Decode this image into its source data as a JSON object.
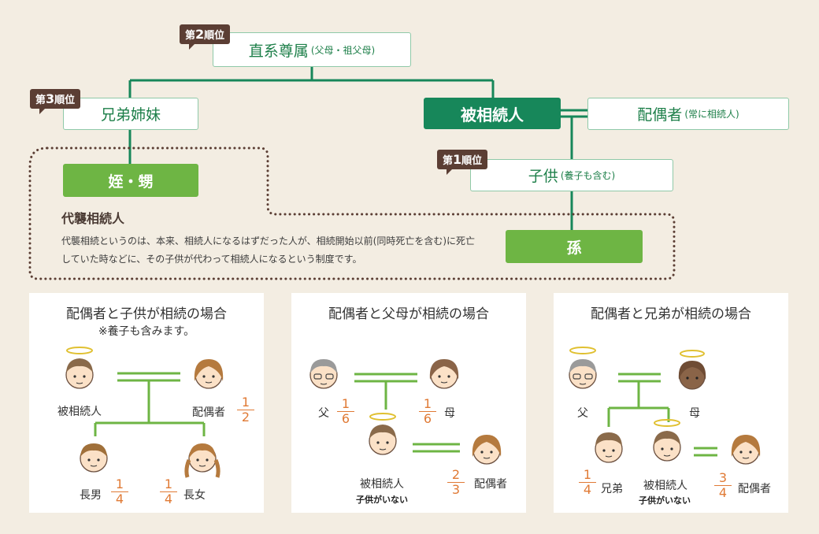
{
  "tree": {
    "ascendants": {
      "label": "直系尊属",
      "sub": "(父母・祖父母)",
      "rank": {
        "pre": "第",
        "num": "2",
        "post": "順位"
      }
    },
    "siblings": {
      "label": "兄弟姉妹",
      "rank": {
        "pre": "第",
        "num": "3",
        "post": "順位"
      }
    },
    "nephews": {
      "label": "姪・甥"
    },
    "decedent": {
      "label": "被相続人"
    },
    "spouse": {
      "label": "配偶者",
      "sub": "(常に相続人)"
    },
    "children": {
      "label": "子供",
      "sub": "(養子も含む)",
      "rank": {
        "pre": "第",
        "num": "1",
        "post": "順位"
      }
    },
    "grandchild": {
      "label": "孫"
    }
  },
  "daishu": {
    "title": "代襲相続人",
    "text": "代襲相続というのは、本来、相続人になるはずだった人が、相続開始以前(同時死亡を含む)に死亡していた時などに、その子供が代わって相続人になるという制度です。"
  },
  "colors": {
    "green_dark": "#17875a",
    "green_lime": "#6eb544",
    "box_border": "#8fc9a8",
    "badge": "#5b3e34",
    "fraction": "#e07a35",
    "line": "#17875a",
    "background": "#f3ede2"
  },
  "panels": [
    {
      "title": "配偶者と子供が相続の場合",
      "subtitle": "※養子も含みます。",
      "people": [
        {
          "label": "被相続人"
        },
        {
          "label": "配偶者",
          "share": {
            "num": "1",
            "den": "2"
          }
        },
        {
          "label": "長男",
          "share": {
            "num": "1",
            "den": "4"
          }
        },
        {
          "label": "長女",
          "share": {
            "num": "1",
            "den": "4"
          }
        }
      ]
    },
    {
      "title": "配偶者と父母が相続の場合",
      "people": [
        {
          "label": "父",
          "share": {
            "num": "1",
            "den": "6"
          }
        },
        {
          "label": "母",
          "share": {
            "num": "1",
            "den": "6"
          }
        },
        {
          "label": "被相続人",
          "note": "子供がいない"
        },
        {
          "label": "配偶者",
          "share": {
            "num": "2",
            "den": "3"
          }
        }
      ]
    },
    {
      "title": "配偶者と兄弟が相続の場合",
      "people": [
        {
          "label": "父"
        },
        {
          "label": "母"
        },
        {
          "label": "兄弟",
          "share": {
            "num": "1",
            "den": "4"
          }
        },
        {
          "label": "被相続人",
          "note": "子供がいない"
        },
        {
          "label": "配偶者",
          "share": {
            "num": "3",
            "den": "4"
          }
        }
      ]
    }
  ]
}
